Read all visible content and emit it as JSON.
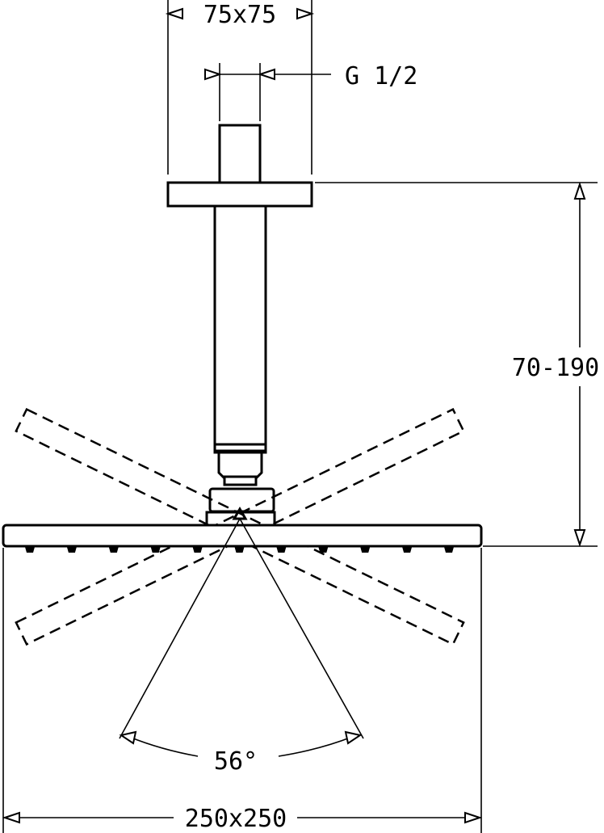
{
  "title": "Ceiling-mounted square shower head dimension drawing",
  "dimensions": {
    "flange_size": "75x75",
    "thread": "G 1/2",
    "arm_length": "70-190",
    "tilt_angle": "56°",
    "head_size": "250x250"
  },
  "nozzle_count": 11
}
